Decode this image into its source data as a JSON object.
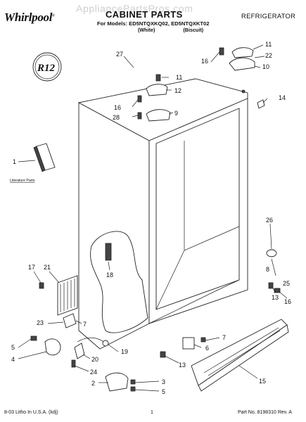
{
  "header": {
    "brand": "Whirlpool",
    "brand_mark": "®",
    "watermark": "AppliancePartsPros.com",
    "title": "CABINET PARTS",
    "models_line": "For Models: ED5NTQXKQ02, ED5NTQXKT02",
    "variant_white": "(White)",
    "variant_biscuit": "(Biscuit)",
    "category": "REFRIGERATOR"
  },
  "diagram": {
    "refrigerant_badge": "R12",
    "literature_label": "Literature Parts",
    "callouts": {
      "c1": "1",
      "c2": "2",
      "c3": "3",
      "c4": "4",
      "c5": "5",
      "c6": "6",
      "c7a": "7",
      "c7b": "7",
      "c8": "8",
      "c9": "9",
      "c10": "10",
      "c11a": "11",
      "c11b": "11",
      "c12": "12",
      "c13a": "13",
      "c13b": "13",
      "c14": "14",
      "c15": "15",
      "c16a": "16",
      "c16b": "16",
      "c16c": "16",
      "c17": "17",
      "c18": "18",
      "c19": "19",
      "c20": "20",
      "c21": "21",
      "c22": "22",
      "c23": "23",
      "c24": "24",
      "c25": "25",
      "c26": "26",
      "c27": "27",
      "c28": "28"
    }
  },
  "footer": {
    "litho": "8-03 Litho In U.S.A. (kdj)",
    "page": "1",
    "part_no": "Part No. 8198310 Rev. A"
  }
}
